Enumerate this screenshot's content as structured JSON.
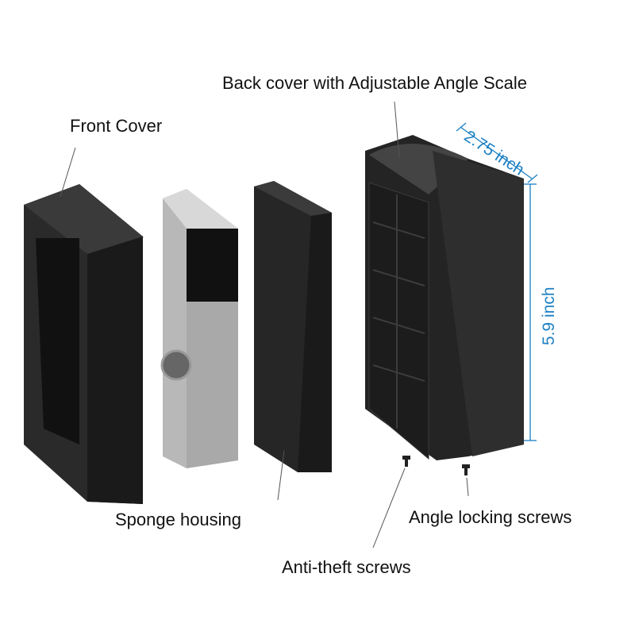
{
  "labels": {
    "back_cover": "Back cover with Adjustable Angle Scale",
    "front_cover": "Front Cover",
    "sponge_housing": "Sponge housing",
    "angle_screws": "Angle locking screws",
    "anti_theft": "Anti-theft screws"
  },
  "dimensions": {
    "width": "2.75 inch",
    "height": "5.9 inch"
  },
  "colors": {
    "dimension": "#1b80c4",
    "part": "#1e1e1e"
  }
}
